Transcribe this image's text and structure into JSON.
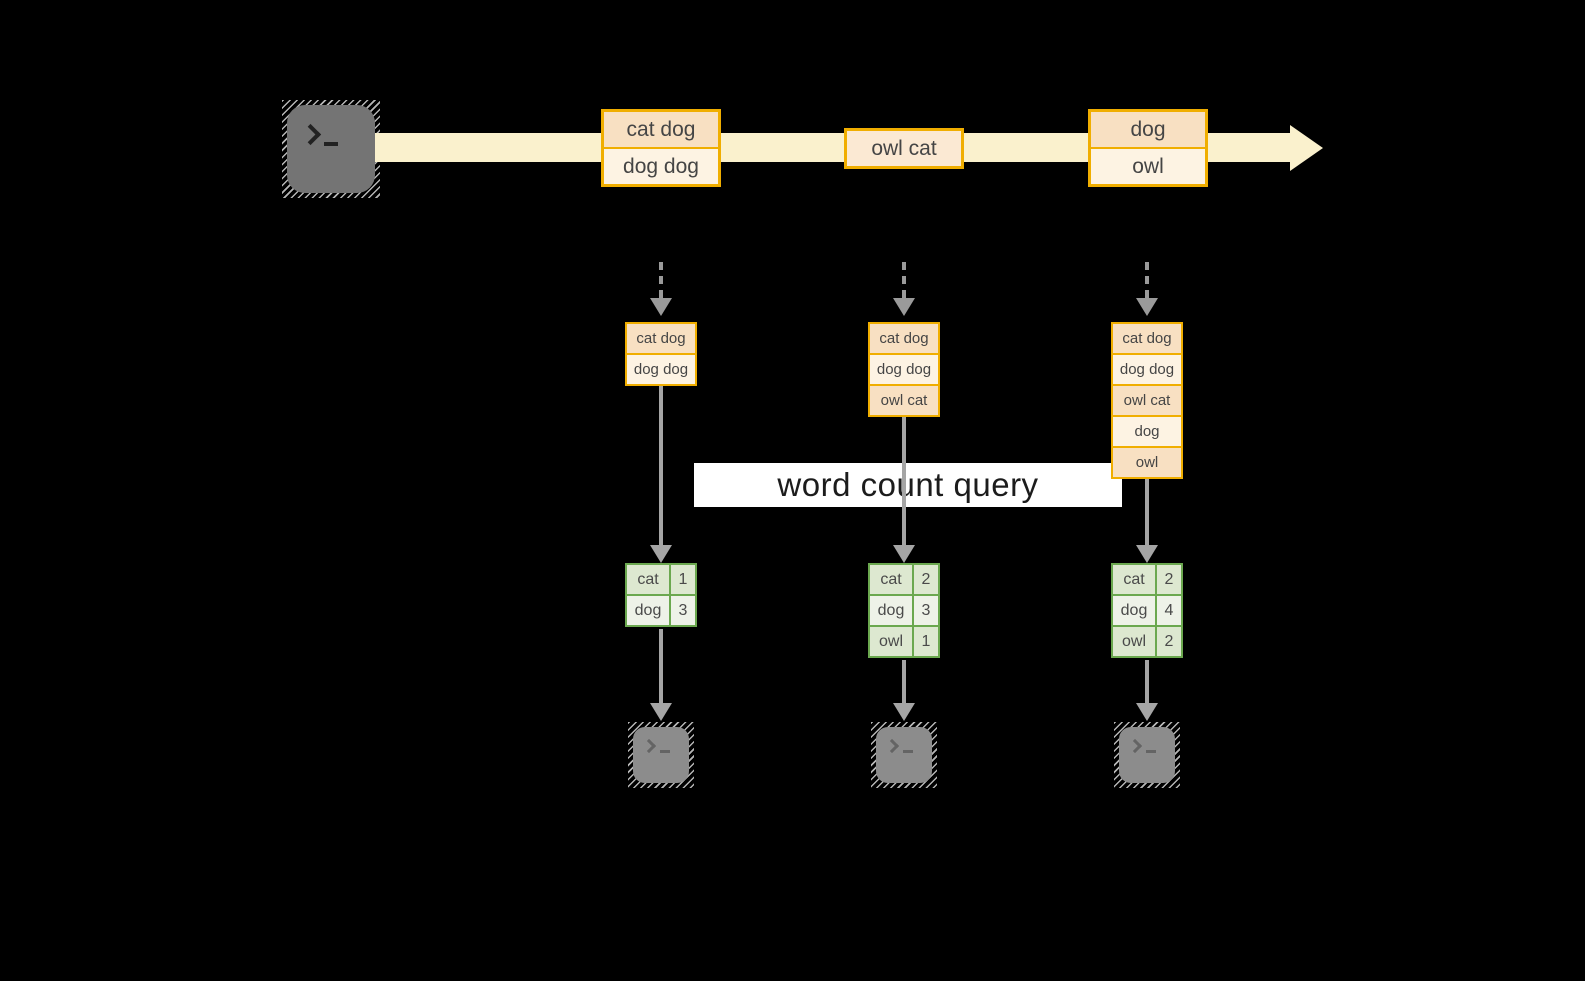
{
  "diagram": {
    "query_label": "word count query",
    "icons": [
      "terminal-prompt-icon",
      "stream-arrow",
      "dashed-flow-arrow",
      "flow-arrow"
    ]
  },
  "stream": {
    "events": [
      {
        "rows": [
          "cat dog",
          "dog dog"
        ]
      },
      {
        "rows": [
          "owl cat"
        ]
      },
      {
        "rows": [
          "dog",
          "owl"
        ]
      }
    ]
  },
  "states": [
    {
      "rows": [
        "cat dog",
        "dog dog"
      ]
    },
    {
      "rows": [
        "cat dog",
        "dog dog",
        "owl cat"
      ]
    },
    {
      "rows": [
        "cat dog",
        "dog dog",
        "owl cat",
        "dog",
        "owl"
      ]
    }
  ],
  "counts": [
    {
      "rows": [
        [
          "cat",
          "1"
        ],
        [
          "dog",
          "3"
        ]
      ]
    },
    {
      "rows": [
        [
          "cat",
          "2"
        ],
        [
          "dog",
          "3"
        ],
        [
          "owl",
          "1"
        ]
      ]
    },
    {
      "rows": [
        [
          "cat",
          "2"
        ],
        [
          "dog",
          "4"
        ],
        [
          "owl",
          "2"
        ]
      ]
    }
  ],
  "colors": {
    "background": "#000000",
    "accent_orange": "#f0ae00",
    "row_peach": "#f8e0c2",
    "row_cream": "#fdf3e3",
    "stream_band": "#faf1cd",
    "table_green_border": "#6ba84f",
    "table_green_dark": "#dde8d0",
    "table_green_light": "#eef2e8",
    "arrow_gray": "#a5a5a5",
    "label_bg": "#ffffff",
    "terminal_gray": "#747474"
  }
}
